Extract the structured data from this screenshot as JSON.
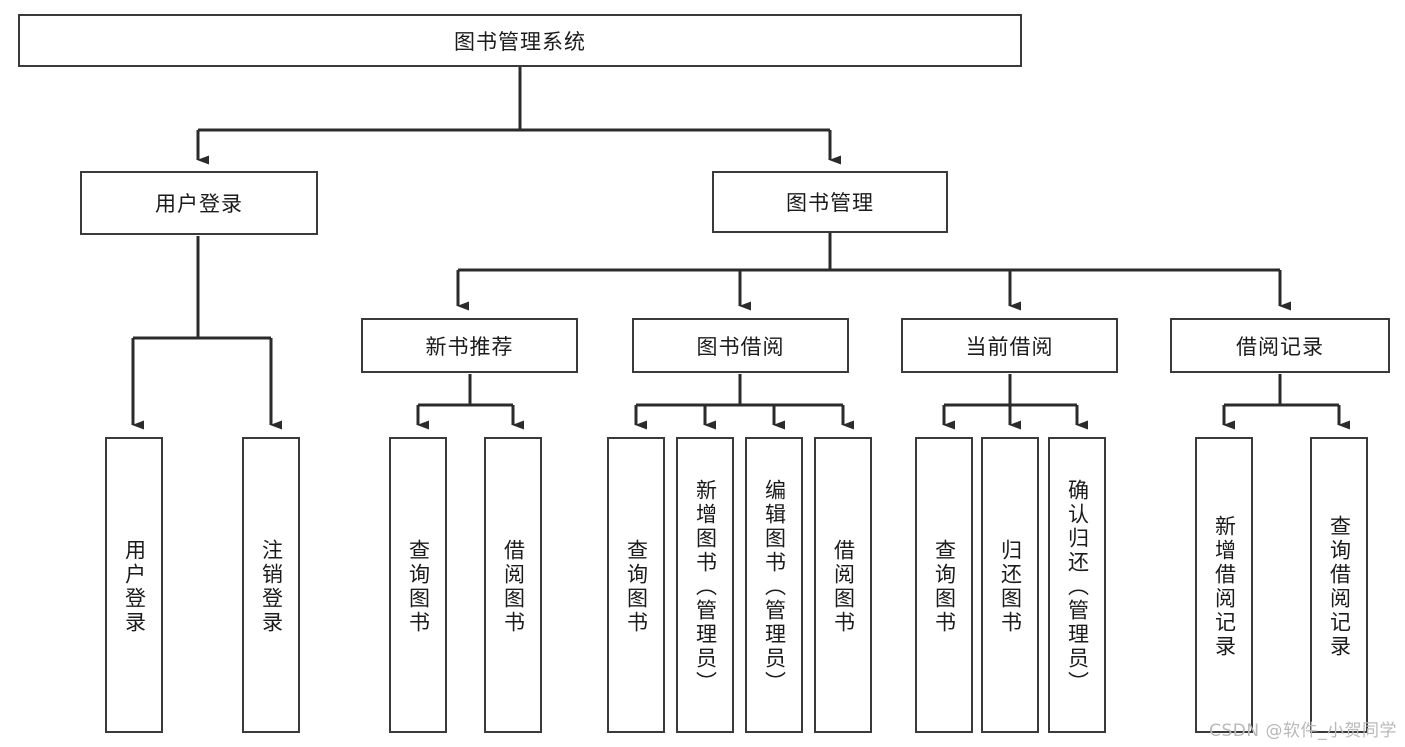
{
  "diagram": {
    "title": "图书管理系统",
    "type": "hierarchy-tree",
    "colors": {
      "box_border": "#3a3a3a",
      "box_fill": "#ffffff",
      "connector": "#2b2b2b",
      "text": "#1b1b1b",
      "watermark": "#b9b9b9",
      "background": "#ffffff"
    },
    "root": {
      "label": "图书管理系统"
    },
    "level2": [
      {
        "label": "用户登录"
      },
      {
        "label": "图书管理"
      }
    ],
    "level3": [
      {
        "label": "新书推荐"
      },
      {
        "label": "图书借阅"
      },
      {
        "label": "当前借阅"
      },
      {
        "label": "借阅记录"
      }
    ],
    "leaves": {
      "user_login": [
        {
          "label": "用户登录"
        },
        {
          "label": "注销登录"
        }
      ],
      "new_book_recommend": [
        {
          "label": "查询图书"
        },
        {
          "label": "借阅图书"
        }
      ],
      "book_borrow": [
        {
          "label": "查询图书"
        },
        {
          "label": "新增图书（管理员）"
        },
        {
          "label": "编辑图书（管理员）"
        },
        {
          "label": "借阅图书"
        }
      ],
      "current_borrow": [
        {
          "label": "查询图书"
        },
        {
          "label": "归还图书"
        },
        {
          "label": "确认归还（管理员）"
        }
      ],
      "borrow_record": [
        {
          "label": "新增借阅记录"
        },
        {
          "label": "查询借阅记录"
        }
      ]
    }
  },
  "watermark": {
    "text": "CSDN @软件_小贺同学"
  }
}
